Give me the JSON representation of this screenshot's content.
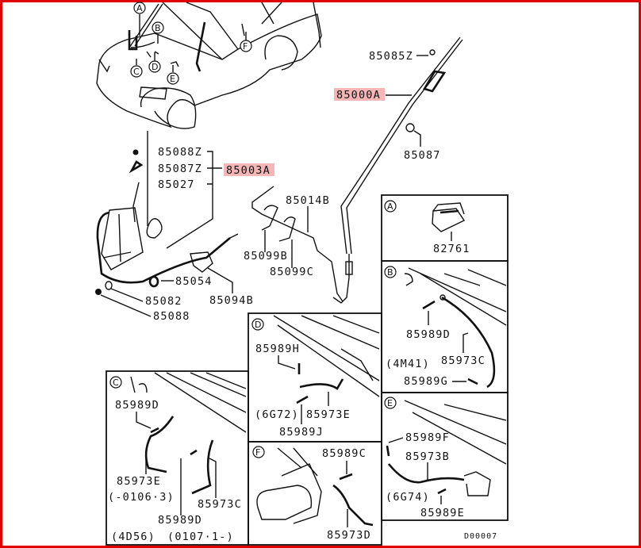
{
  "diagram": {
    "title": "Antenna & ground cable parts diagram",
    "highlight_color": "#f4b6b6",
    "frame_color": "#e00000",
    "vehicle_callouts": [
      "A",
      "B",
      "C",
      "D",
      "E",
      "F"
    ],
    "main_parts": {
      "p85085Z": "85085Z",
      "p85000A": "85000A",
      "p85087": "85087",
      "p85088Z": "85088Z",
      "p85087Z": "85087Z",
      "p85003A": "85003A",
      "p85027": "85027",
      "p85014B": "85014B",
      "p85099B": "85099B",
      "p85099C": "85099C",
      "p85054": "85054",
      "p85094B": "85094B",
      "p85082": "85082",
      "p85088": "85088"
    },
    "highlighted_parts": [
      "85000A",
      "85003A"
    ],
    "detail_A": {
      "letter": "A",
      "parts": {
        "p1": "82761"
      }
    },
    "detail_B": {
      "letter": "B",
      "parts": {
        "p1": "85989D",
        "p2": "85973C",
        "p3": "85989G"
      },
      "engine": "(4M41)"
    },
    "detail_C": {
      "letter": "C",
      "parts": {
        "p1": "85989D",
        "p2": "85973E",
        "p3": "85973C",
        "p4": "85989D"
      },
      "range1": "(-0106·3)",
      "engine": "(4D56)",
      "range2": "(0107·1-)"
    },
    "detail_D": {
      "letter": "D",
      "parts": {
        "p1": "85989H",
        "p2": "85973E",
        "p3": "85989J"
      },
      "engine": "(6G72)"
    },
    "detail_E": {
      "letter": "E",
      "parts": {
        "p1": "85989F",
        "p2": "85973B",
        "p3": "85989E"
      },
      "engine": "(6G74)"
    },
    "detail_F": {
      "letter": "F",
      "parts": {
        "p1": "85989C",
        "p2": "85973D"
      }
    },
    "diagram_code": "D00007"
  }
}
